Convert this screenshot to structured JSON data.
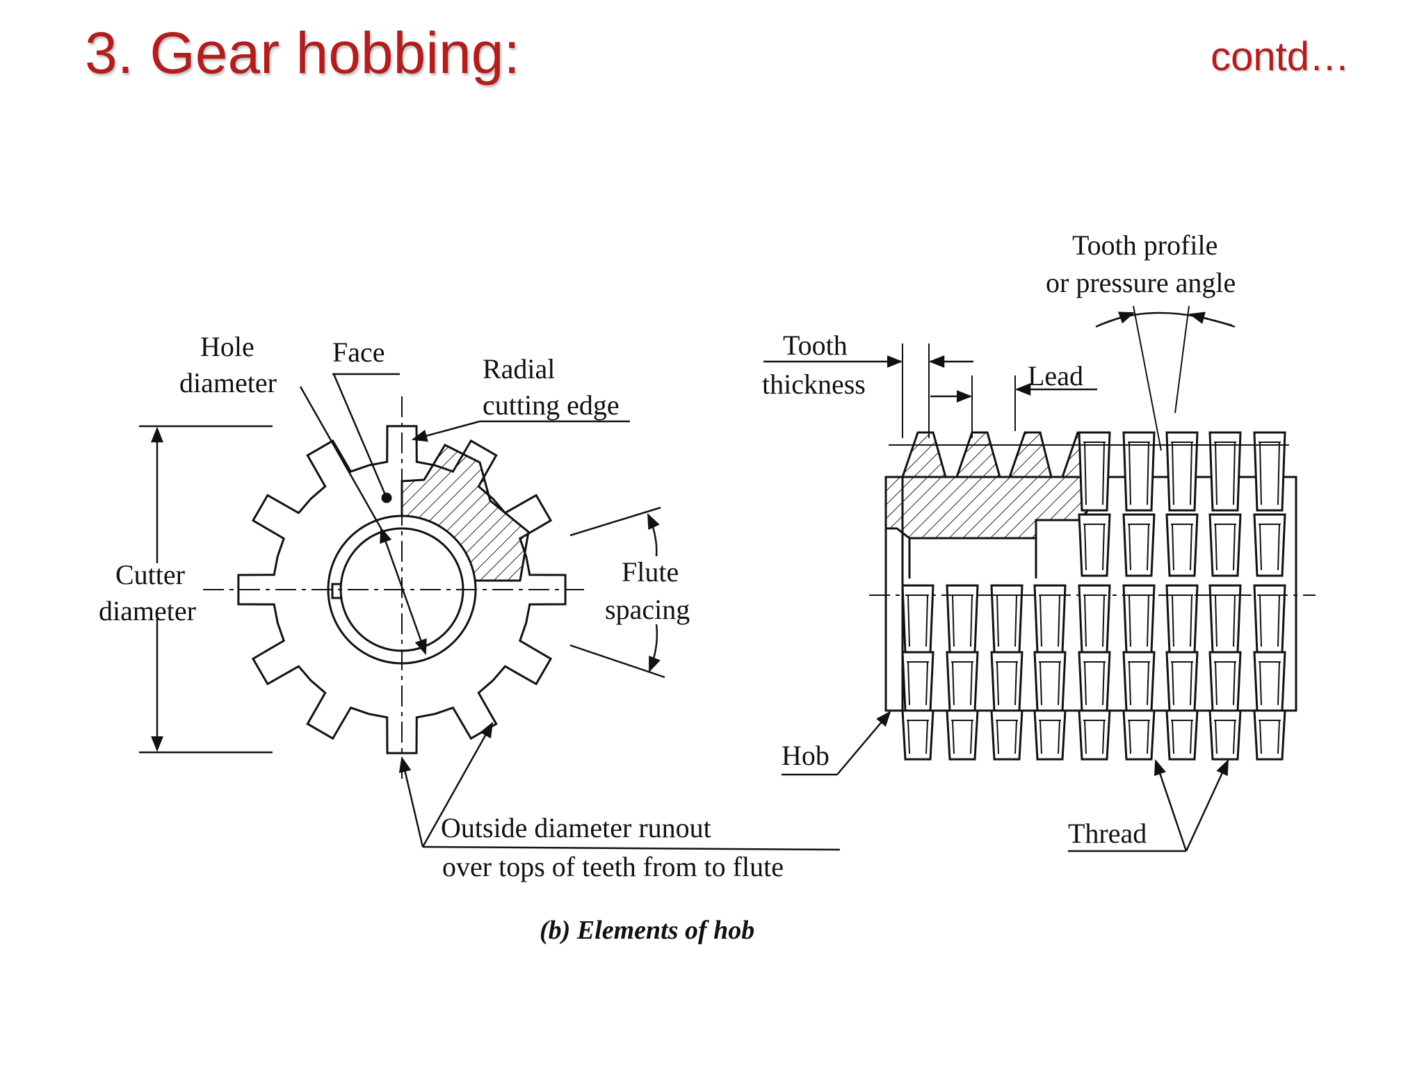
{
  "slide": {
    "title": "3. Gear hobbing:",
    "contd": "contd…",
    "title_color": "#b01e1e"
  },
  "labels": {
    "hole_line1": "Hole",
    "hole_line2": "diameter",
    "face": "Face",
    "radial_line1": "Radial",
    "radial_line2": "cutting edge",
    "cutter_line1": "Cutter",
    "cutter_line2": "diameter",
    "flute_line1": "Flute",
    "flute_line2": "spacing",
    "outside_line1": "Outside diameter runout",
    "outside_line2": "over tops of teeth from to flute",
    "tooth_profile_line1": "Tooth profile",
    "tooth_profile_line2": "or pressure angle",
    "tooth_thickness_line1": "Tooth",
    "tooth_thickness_line2": "thickness",
    "lead": "Lead",
    "hob": "Hob",
    "thread": "Thread"
  },
  "caption": "(b) Elements of hob"
}
